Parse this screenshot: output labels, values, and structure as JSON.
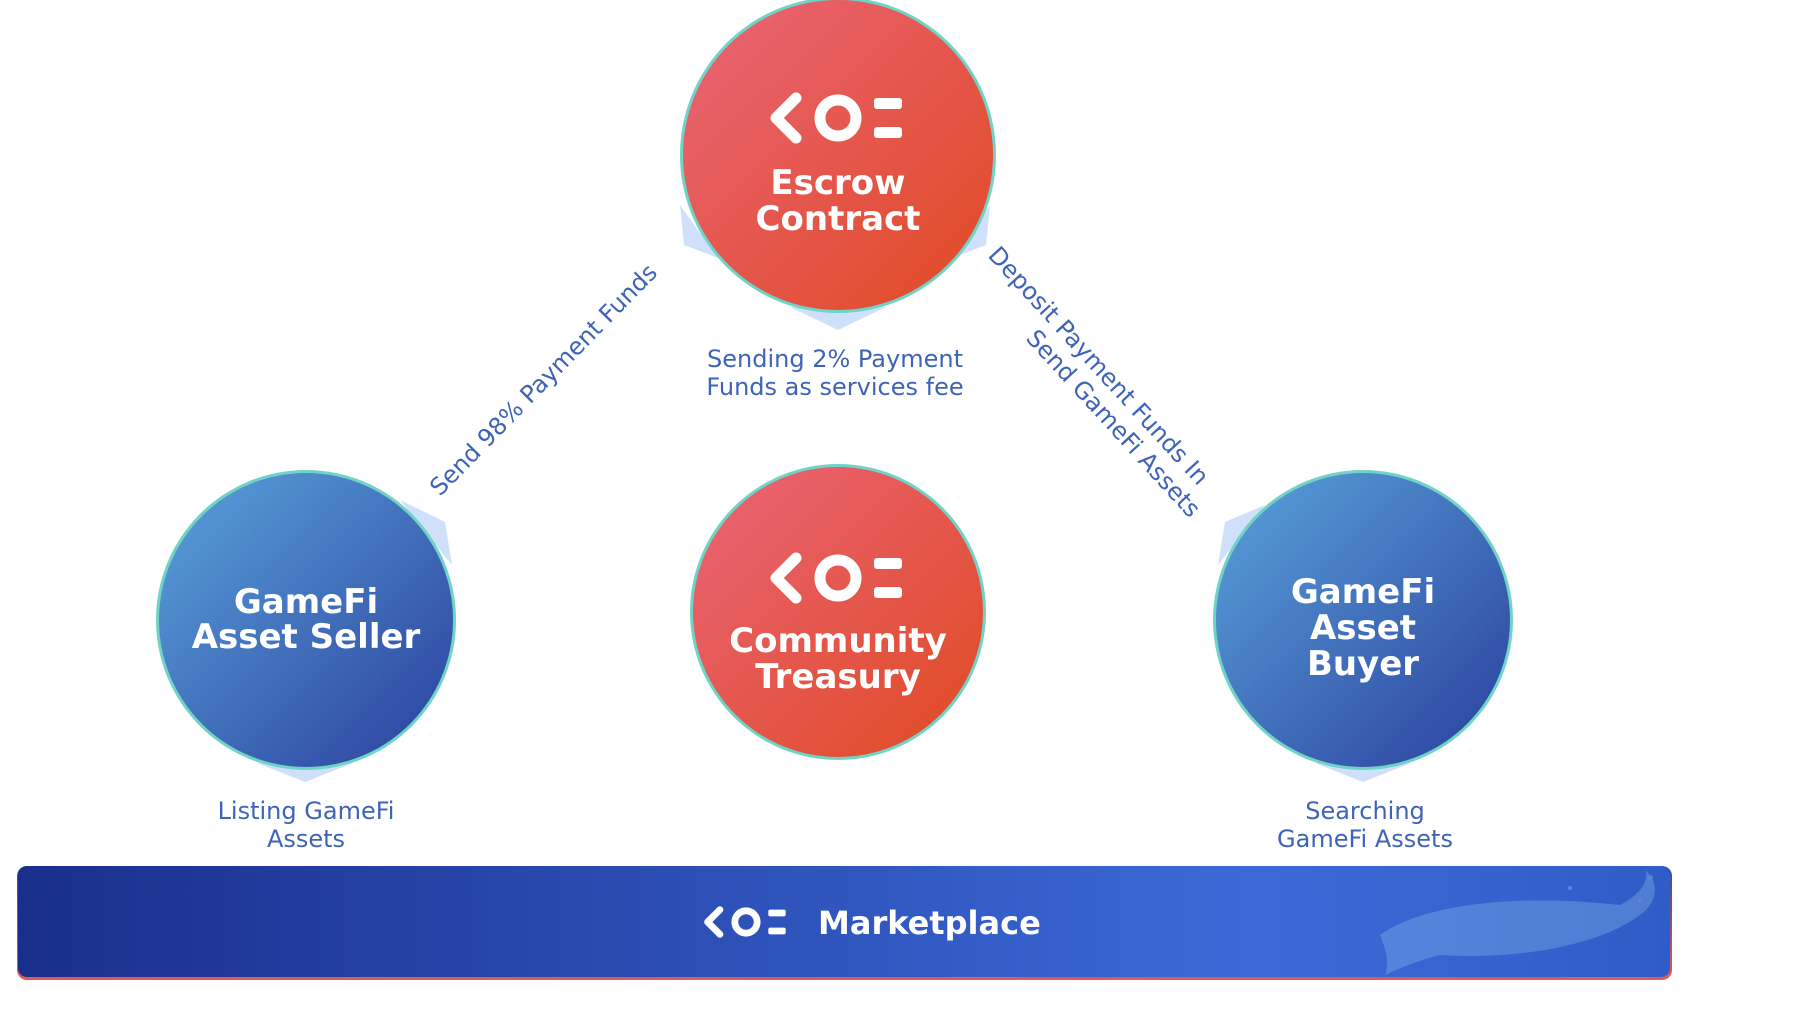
{
  "nodes": {
    "escrow": {
      "title_line1": "Escrow",
      "title_line2": "Contract",
      "logo_icon": "koi-logo-icon"
    },
    "treasury": {
      "title_line1": "Community",
      "title_line2": "Treasury",
      "logo_icon": "koi-logo-icon"
    },
    "seller": {
      "title_line1": "GameFi",
      "title_line2": "Asset Seller"
    },
    "buyer": {
      "title_line1": "GameFi",
      "title_line2": "Asset",
      "title_line3": "Buyer"
    }
  },
  "edges": {
    "escrow_to_seller": "Send 98% Payment Funds",
    "buyer_to_escrow": "Deposit  Payment Funds In",
    "escrow_to_buyer": "Send GameFi Assets"
  },
  "captions": {
    "fee_line1": "Sending 2% Payment",
    "fee_line2": "Funds as services fee",
    "seller_line1": "Listing GameFi",
    "seller_line2": "Assets",
    "buyer_line1": "Searching",
    "buyer_line2": "GameFi Assets"
  },
  "marketplace": {
    "label": "Marketplace",
    "logo_icon": "koi-logo-icon",
    "decoration_icon": "whale-icon"
  },
  "colors": {
    "red_top": "#ea6478",
    "red_bottom": "#e04a22",
    "blue_top": "#5aa3dc",
    "blue_bottom": "#2a3f9c",
    "ring": "#6fd3c6",
    "arrow": "#cfe0fb",
    "text_blue": "#3f63b7",
    "bar_left": "#1a2f8c",
    "bar_right": "#3b6ad8"
  }
}
